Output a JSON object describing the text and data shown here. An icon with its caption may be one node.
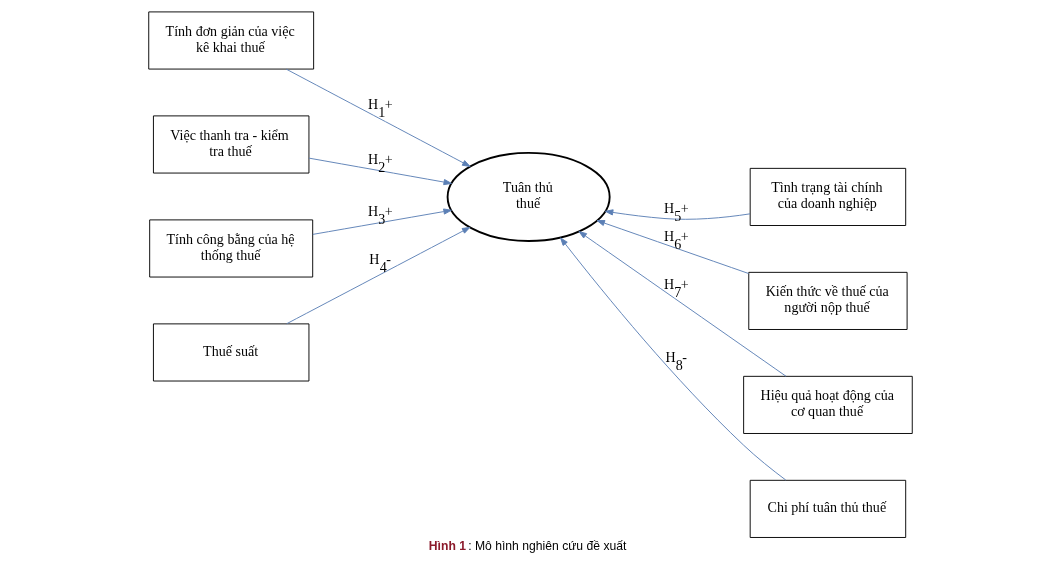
{
  "diagram": {
    "caption": "**Hình 1**: Mô hình nghiên cứu đề xuất",
    "nodes": [
      {
        "text": [
          "Tính đơn giản của việc kê khai thuế"
        ]
      },
      {
        "text": [
          "Việc thanh tra - kiểm tra thuế"
        ]
      },
      {
        "text": [
          "Tính công bằng của hệ thống thuế"
        ]
      },
      {
        "text": [
          "Thuế suất"
        ]
      },
      {
        "text": [
          "Tuân thủ thuế"
        ]
      },
      {
        "text": [
          "Tình trạng tài chính của doanh nghiệp"
        ]
      },
      {
        "text": [
          "Kiến thức về thuế của người nộp thuế"
        ]
      },
      {
        "text": [
          "Hiệu quả hoạt động của cơ quan thuế"
        ]
      },
      {
        "text": [
          "Chi phí tuân thủ thuế"
        ]
      }
    ],
    "edges": [
      {
        "from": 0,
        "to": 4,
        "arrow": "to",
        "label": "H$_{1}$+"
      },
      {
        "from": 1,
        "to": 4,
        "arrow": "to",
        "label": "H$_{2}$+"
      },
      {
        "from": 2,
        "to": 4,
        "arrow": "to",
        "label": "H$_{3}$+"
      },
      {
        "from": 3,
        "to": 4,
        "arrow": "to",
        "label": "H$_{4}$-"
      },
      {
        "from": 5,
        "to": 4,
        "arrow": "to",
        "label": "H$_{5}$+"
      },
      {
        "from": 6,
        "to": 4,
        "arrow": "to",
        "label": "H$_{6}$+"
      },
      {
        "from": 7,
        "to": 4,
        "arrow": "to",
        "label": "H$_{7}$+"
      },
      {
        "from": 8,
        "to": 4,
        "arrow": "to",
        "label": "H$_{8}$-"
      }
    ]
  }
}
